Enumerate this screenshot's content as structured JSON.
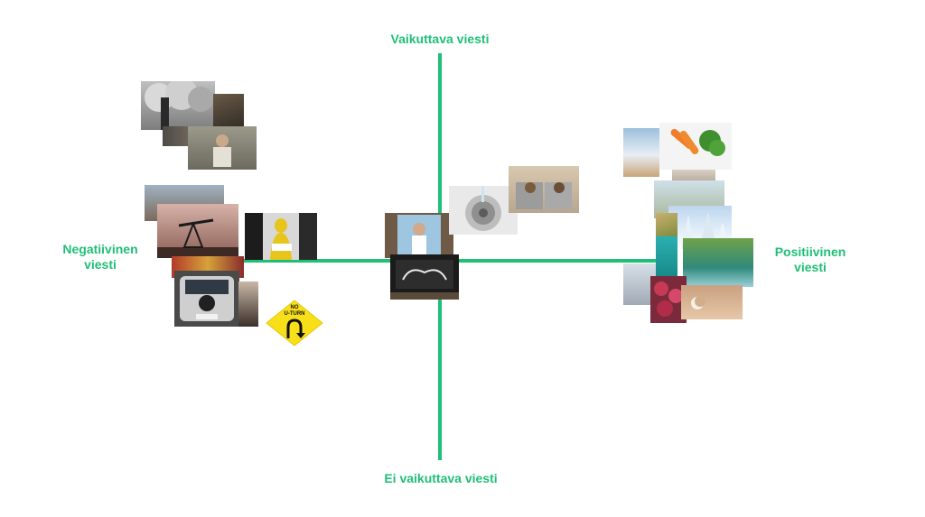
{
  "axes": {
    "top": "Vaikuttava viesti",
    "bottom": "Ei vaikuttava viesti",
    "left_line1": "Negatiivinen",
    "left_line2": "viesti",
    "right_line1": "Positiivinen",
    "right_line2": "viesti"
  },
  "colors": {
    "axis": "#1fbf77",
    "sign_yellow": "#f7e01a"
  },
  "signs": {
    "no_uturn_line1": "NO",
    "no_uturn_line2": "U-TURN"
  }
}
